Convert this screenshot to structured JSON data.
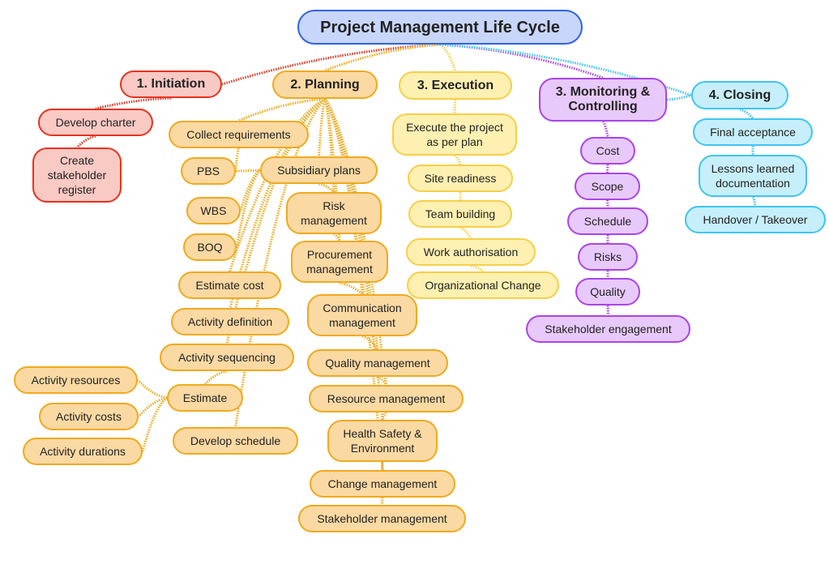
{
  "title": "Project Management Life Cycle",
  "colors": {
    "root": "#2f63e6",
    "initiation": "#e8321e",
    "planning": "#f1a91c",
    "execution": "#f7cf47",
    "monitoring": "#a944ec",
    "closing": "#3fc4f0"
  },
  "phases": {
    "initiation": {
      "label": "1. Initiation",
      "items": [
        "Develop charter",
        "Create stakeholder register"
      ]
    },
    "planning": {
      "label": "2. Planning",
      "items": [
        "Collect requirements",
        "PBS",
        "Subsidiary plans",
        "WBS",
        "BOQ",
        "Estimate cost",
        "Activity definition",
        "Activity sequencing",
        "Estimate",
        "Develop schedule"
      ],
      "estimate_items": [
        "Activity resources",
        "Activity costs",
        "Activity durations"
      ],
      "subsidiary_plans": [
        "Risk management",
        "Procurement management",
        "Communication management",
        "Quality management",
        "Resource management",
        "Health Safety & Environment",
        "Change management",
        "Stakeholder management"
      ]
    },
    "execution": {
      "label": "3. Execution",
      "items": [
        "Execute the project as per plan",
        "Site readiness",
        "Team building",
        "Work authorisation",
        "Organizational Change"
      ]
    },
    "monitoring": {
      "label": "3. Monitoring & Controlling",
      "items": [
        "Cost",
        "Scope",
        "Schedule",
        "Risks",
        "Quality",
        "Stakeholder engagement"
      ]
    },
    "closing": {
      "label": "4. Closing",
      "items": [
        "Final acceptance",
        "Lessons learned documentation",
        "Handover / Takeover"
      ]
    }
  }
}
